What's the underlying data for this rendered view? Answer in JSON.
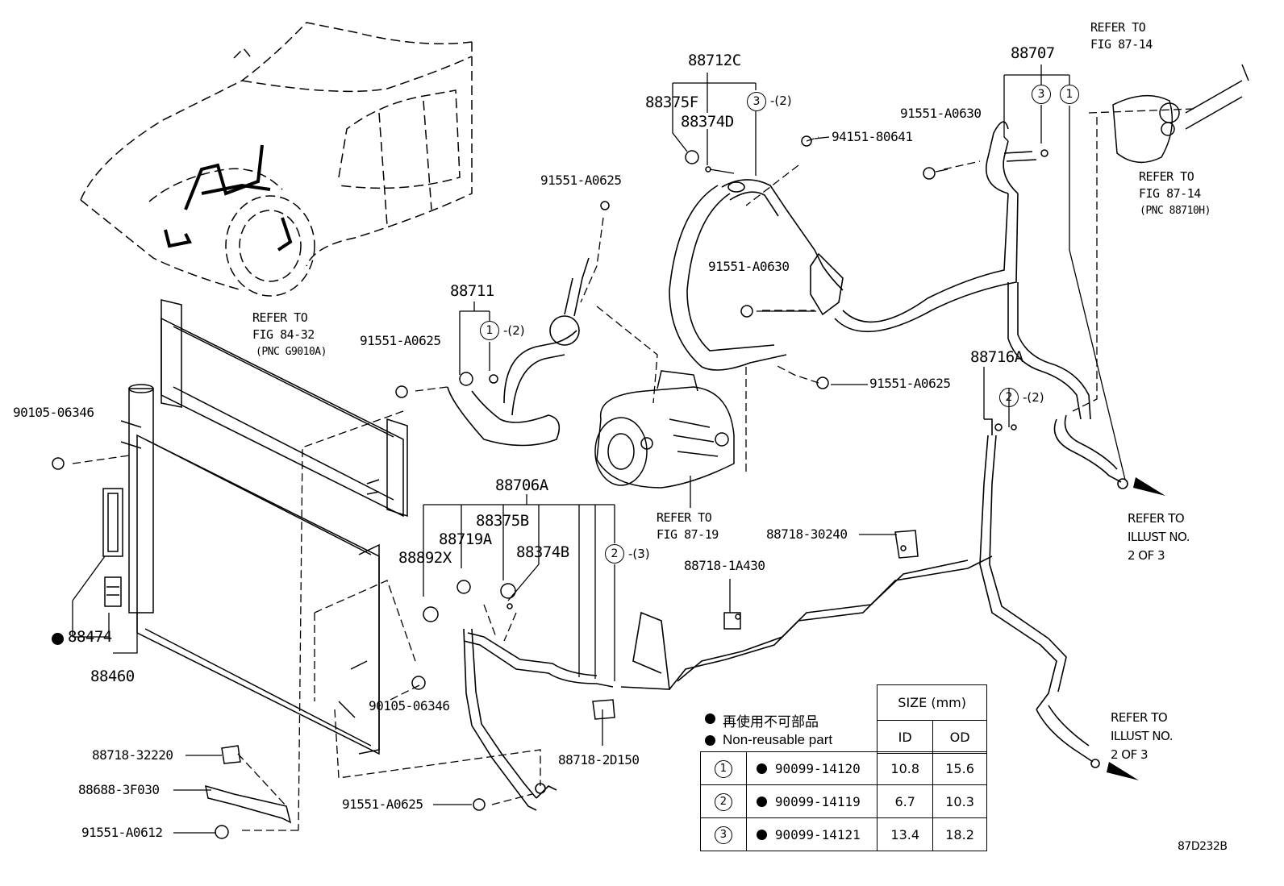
{
  "diagram_id": "87D232B",
  "group_labels": {
    "p88712C": "88712C",
    "p88707": "88707",
    "p88711": "88711",
    "p88706A": "88706A",
    "p88716A": "88716A",
    "p88460": "88460",
    "p88474": "88474"
  },
  "part_labels": {
    "p88375F": "88375F",
    "p88374D": "88374D",
    "p88375B": "88375B",
    "p88719A": "88719A",
    "p88374B": "88374B",
    "p88892X": "88892X"
  },
  "bolt_labels": {
    "b1": "91551-A0630",
    "b2": "94151-80641",
    "b3": "91551-A0625",
    "b4": "91551-A0630",
    "b5": "91551-A0625",
    "b6": "91551-A0625",
    "b7": "90105-06346",
    "b8": "90105-06346",
    "b9": "88718-30240",
    "b10": "88718-1A430",
    "b11": "88718-2D150",
    "b12": "88718-32220",
    "b13": "88688-3F030",
    "b14": "91551-A0612",
    "b15": "91551-A0625"
  },
  "refers": {
    "r1": "REFER TO\nFIG 87-14",
    "r2": "REFER TO\nFIG 87-14",
    "r2pnc": "(PNC 88710H)",
    "r3": "REFER TO\nFIG 84-32",
    "r3pnc": "(PNC G9010A)",
    "r4": "REFER TO\nFIG 87-19",
    "r5": "REFER TO\nILLUST NO.\n2 OF 3",
    "r6": "REFER TO\nILLUST NO.\n2 OF 3"
  },
  "circle_marks": {
    "c1": {
      "num": "3",
      "qty": "-(2)"
    },
    "c2": {
      "num": "1",
      "qty": "-(2)"
    },
    "c3": {
      "num": "2",
      "qty": "-(2)"
    },
    "c4": {
      "num": "2",
      "qty": "-(3)"
    },
    "c5": "3",
    "c6": "1"
  },
  "legend": {
    "note_jp": "再使用不可部品",
    "note_en": "Non-reusable part",
    "size_header": "SIZE (mm)",
    "id_header": "ID",
    "od_header": "OD",
    "rows": [
      {
        "mark": "1",
        "part": "90099-14120",
        "id": "10.8",
        "od": "15.6"
      },
      {
        "mark": "2",
        "part": "90099-14119",
        "id": "6.7",
        "od": "10.3"
      },
      {
        "mark": "3",
        "part": "90099-14121",
        "id": "13.4",
        "od": "18.2"
      }
    ]
  }
}
